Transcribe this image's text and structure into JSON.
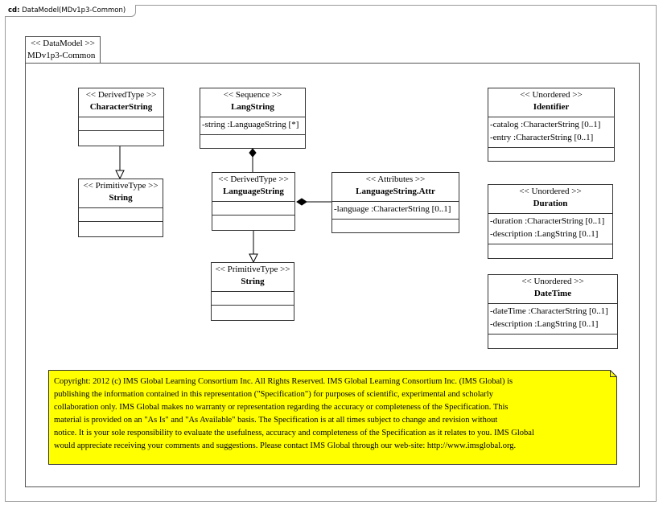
{
  "frame": {
    "kind": "cd:",
    "title": "DataModel(MDv1p3-Common)"
  },
  "package": {
    "stereotype": "<< DataModel >>",
    "name": "MDv1p3-Common"
  },
  "classes": {
    "characterString": {
      "stereotype": "<< DerivedType >>",
      "name": "CharacterString",
      "attributes": []
    },
    "stringTop": {
      "stereotype": "<< PrimitiveType >>",
      "name": "String",
      "attributes": []
    },
    "langString": {
      "stereotype": "<< Sequence >>",
      "name": "LangString",
      "attributes": [
        "-string :LanguageString [*]"
      ]
    },
    "languageString": {
      "stereotype": "<< DerivedType >>",
      "name": "LanguageString",
      "attributes": []
    },
    "stringBottom": {
      "stereotype": "<< PrimitiveType >>",
      "name": "String",
      "attributes": []
    },
    "languageStringAttr": {
      "stereotype": "<< Attributes >>",
      "name": "LanguageString.Attr",
      "attributes": [
        "-language :CharacterString [0..1]"
      ]
    },
    "identifier": {
      "stereotype": "<< Unordered >>",
      "name": "Identifier",
      "attributes": [
        "-catalog :CharacterString [0..1]",
        "-entry :CharacterString [0..1]"
      ]
    },
    "duration": {
      "stereotype": "<< Unordered >>",
      "name": "Duration",
      "attributes": [
        "-duration :CharacterString [0..1]",
        "-description :LangString [0..1]"
      ]
    },
    "dateTime": {
      "stereotype": "<< Unordered >>",
      "name": "DateTime",
      "attributes": [
        "-dateTime :CharacterString [0..1]",
        "-description :LangString [0..1]"
      ]
    }
  },
  "note": {
    "color": "#ffff00",
    "lines": [
      "Copyright: 2012 (c) IMS Global Learning Consortium Inc.  All Rights Reserved.  IMS Global Learning Consortium Inc. (IMS Global) is",
      "publishing the information contained in this representation (\"Specification\") for purposes of scientific, experimental and scholarly",
      "collaboration only.  IMS Global makes no warranty or representation regarding the accuracy or completeness of the Specification.  This",
      "material is provided on an \"As Is\" and \"As Available\" basis.  The Specification is at all times subject to change and revision without",
      "notice.  It is your sole responsibility to evaluate the usefulness, accuracy and completeness of the Specification as it relates to you.  IMS Global",
      "would appreciate receiving your comments and suggestions.  Please contact IMS Global through our web-site: http://www.imsglobal.org."
    ]
  }
}
